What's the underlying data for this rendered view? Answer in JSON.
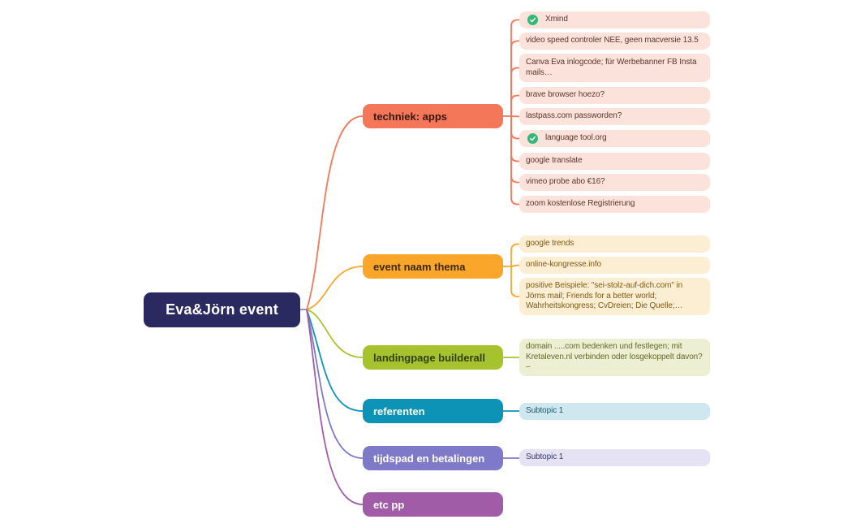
{
  "app": {
    "type": "mind-map"
  },
  "root": {
    "label": "Eva&Jörn event",
    "fill": "#2A2A60",
    "text_color": "#FFFFFF"
  },
  "marker_color": "#35B877",
  "branches": [
    {
      "label": "techniek: apps",
      "color": "#F4775A",
      "subtopic_bg": "#FBE3DB",
      "subtopic_text_color": "#5E342A",
      "subtopics": [
        {
          "label": "Xmind",
          "marker": "check-circle"
        },
        {
          "label": "video speed controler NEE, geen macversie 13.5"
        },
        {
          "label": "Canva Eva inlogcode; für Werbebanner FB Insta mails…"
        },
        {
          "label": "brave browser hoezo?"
        },
        {
          "label": "lastpass.com passworden?"
        },
        {
          "label": "language tool.org",
          "marker": "check-circle"
        },
        {
          "label": "google translate"
        },
        {
          "label": "vimeo probe abo €16?"
        },
        {
          "label": "zoom kostenlose Registrierung"
        }
      ]
    },
    {
      "label": "event naam thema",
      "color": "#F9A62B",
      "subtopic_bg": "#FCEED3",
      "subtopic_text_color": "#7E5B16",
      "subtopics": [
        {
          "label": "google trends"
        },
        {
          "label": "online-kongresse.info"
        },
        {
          "label": "positive Beispiele: \"sei-stolz-auf-dich.com\" in Jörns mail; Friends for a better world; Wahrheitskongress; CvDreien; Die Quelle;…"
        }
      ]
    },
    {
      "label": "landingpage builderall",
      "color": "#A6C32F",
      "subtopic_bg": "#EDEFD2",
      "subtopic_text_color": "#62692B",
      "subtopics": [
        {
          "label": "domain .....com bedenken und festlegen; mit Kretaleven.nl verbinden oder losgekoppelt davon? –"
        }
      ]
    },
    {
      "label": "referenten",
      "color": "#0D93B5",
      "subtopic_bg": "#CFE8F0",
      "subtopic_text_color": "#17576B",
      "subtopics": [
        {
          "label": "Subtopic 1"
        }
      ]
    },
    {
      "label": "tijdspad en betalingen",
      "color": "#7E79C8",
      "subtopic_bg": "#E4E2F3",
      "subtopic_text_color": "#383869",
      "subtopics": [
        {
          "label": "Subtopic 1"
        }
      ]
    },
    {
      "label": "etc pp",
      "color": "#A15CA8",
      "subtopics": []
    }
  ]
}
